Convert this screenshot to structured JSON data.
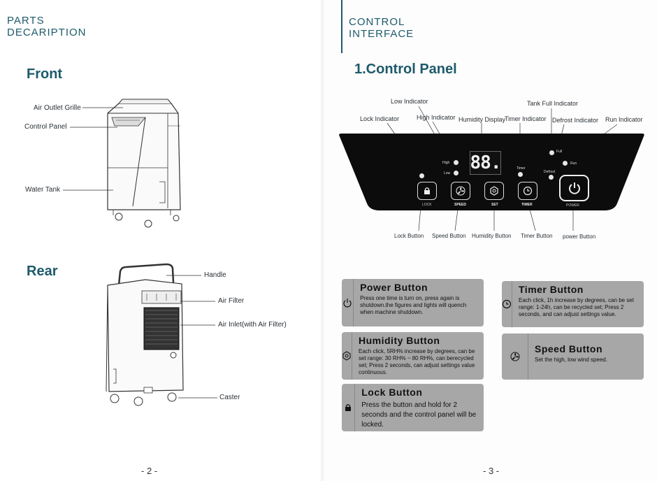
{
  "left_page": {
    "section_title_line1": "PARTS",
    "section_title_line2": "DECARIPTION",
    "front_heading": "Front",
    "front_labels": {
      "air_outlet": "Air Outlet Grille",
      "control_panel": "Control Panel",
      "water_tank": "Water Tank"
    },
    "rear_heading": "Rear",
    "rear_labels": {
      "handle": "Handle",
      "air_filter": "Air Filter",
      "air_inlet": "Air Inlet(with Air Filter)",
      "caster": "Caster"
    },
    "page_number": "- 2 -"
  },
  "right_page": {
    "section_title_line1": "CONTROL",
    "section_title_line2": "INTERFACE",
    "panel_heading": "1.Control Panel",
    "callouts_top": {
      "low_indicator": "Low  Indicator",
      "tank_full_indicator": "Tank Full Indicator",
      "lock_indicator": "Lock Indicator",
      "high_indicator": "High  Indicator",
      "humidity_display": "Humidity Display",
      "timer_indicator": "Timer Indicator",
      "defrost_indicator": "Defrost Indicator",
      "run_indicator": "Run Indicator"
    },
    "panel": {
      "display_digits": "88.",
      "high": "High",
      "low": "Low",
      "timer": "Timer",
      "full": "Full",
      "defrost": "Defrost",
      "run": "Run",
      "btn_lock": "LOCK",
      "btn_speed": "SPEED",
      "btn_set": "SET",
      "btn_timer": "TIMER",
      "btn_power": "POWER"
    },
    "callouts_bottom": {
      "lock_button": "Lock Button",
      "speed_button": "Speed Button",
      "humidity_button": "Humidity Button",
      "timer_button": "Timer Button",
      "power_button": "power Button"
    },
    "cards": {
      "power": {
        "title": "Power Button",
        "desc": "Press one time is turn on, press again is shutdown.the figures and lights will quench when machine shutdown."
      },
      "timer": {
        "title": "Timer Button",
        "desc": "Each click, 1h increase by degrees, can be set range: 1-24h, can be recycled set; Press 2 seconds, and can adjust settings value."
      },
      "humidity": {
        "title": "Humidity Button",
        "desc": "Each click, 5RH% increase by degrees, can be set range: 30 RH% ~ 80 RH%, can berecycled set; Press 2 seconds, can adjust settings value continuous."
      },
      "speed": {
        "title": "Speed Button",
        "desc": "Set the high, low wind speed."
      },
      "lock": {
        "title": "Lock Button",
        "desc": "Press the button and hold for 2 seconds and the control panel will be locked."
      }
    },
    "page_number": "- 3 -"
  },
  "icons": [
    "power-icon",
    "timer-icon",
    "humidity-gear-icon",
    "fan-icon",
    "lock-icon"
  ],
  "colors": {
    "heading": "#1d5a6b",
    "panel": "#0c0c0c",
    "card": "#a7a7a7"
  }
}
